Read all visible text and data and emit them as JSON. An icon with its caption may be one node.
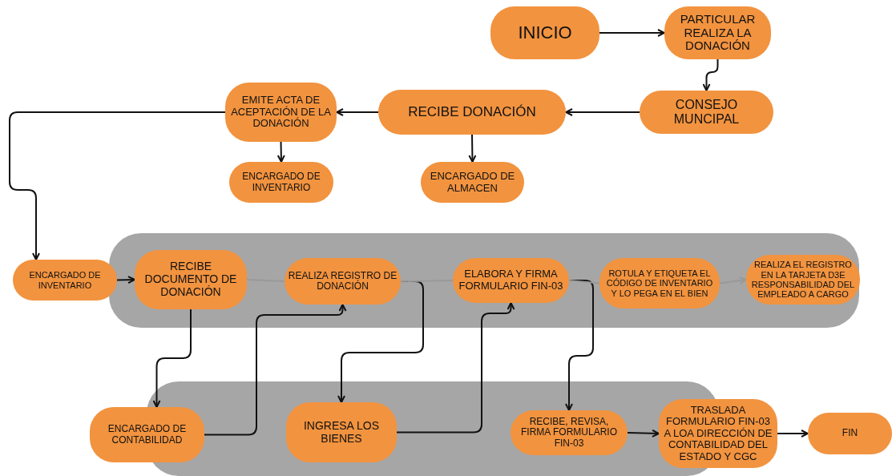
{
  "diagram": {
    "nodes": [
      {
        "text": [
          "INICIO"
        ]
      },
      {
        "text": [
          "PARTICULAR REALIZA LA DONACIÓN"
        ]
      },
      {
        "text": [
          "CONSEJO MUNCIPAL"
        ]
      },
      {
        "text": [
          "RECIBE DONACIÓN"
        ]
      },
      {
        "text": [
          "EMITE ACTA DE ACEPTACIÓN DE LA DONACIÓN"
        ]
      },
      {
        "text": [
          "ENCARGADO DE INVENTARIO"
        ]
      },
      {
        "text": [
          "ENCARGADO DE ALMACEN"
        ]
      },
      {
        "text": [],
        "shape": "box"
      },
      {
        "text": [
          "ENCARGADO DE INVENTARIO"
        ]
      },
      {
        "text": [
          "RECIBE DOCUMENTO DE DONACIÓN"
        ],
        "in": 7
      },
      {
        "text": [
          "REALIZA REGISTRO DE DONACIÓN"
        ],
        "in": 7
      },
      {
        "text": [
          "ELABORA Y FIRMA FORMULARIO FIN-03"
        ],
        "in": 7
      },
      {
        "text": [
          "ROTULA Y ETIQUETA EL CÓDIGO DE INVENTARIO Y LO PEGA EN EL BIEN"
        ],
        "in": 7
      },
      {
        "text": [
          "REALIZA EL REGISTRO EN LA TARJETA D3E RESPONSABILIDAD DEL EMPLEADO A CARGO"
        ],
        "in": 7
      },
      {
        "text": [],
        "shape": "box"
      },
      {
        "text": [
          "ENCARGADO DE CONTABILIDAD"
        ]
      },
      {
        "text": [
          "INGRESA LOS BIENES"
        ],
        "in": 14
      },
      {
        "text": [
          "RECIBE, REVISA, FIRMA FORMULARIO FIN-03"
        ],
        "in": 14
      },
      {
        "text": [
          "TRASLADA FORMULARIO FIN-03 A LOA DIRECCIÓN DE CONTABILIDAD DEL ESTADO Y CGC"
        ]
      },
      {
        "text": [
          "FIN"
        ]
      }
    ],
    "edges": [
      {
        "from": 0,
        "to": 1,
        "arrow": "to"
      },
      {
        "from": 1,
        "to": 2,
        "arrow": "to"
      },
      {
        "from": 2,
        "to": 3,
        "arrow": "to"
      },
      {
        "from": 3,
        "to": 4,
        "arrow": "to"
      },
      {
        "from": 3,
        "to": 6,
        "arrow": "to"
      },
      {
        "from": 4,
        "to": 5,
        "arrow": "to"
      },
      {
        "from": 4,
        "to": 8,
        "arrow": "to"
      },
      {
        "from": 8,
        "to": 9,
        "arrow": "to"
      },
      {
        "from": 9,
        "to": 15,
        "arrow": "to"
      },
      {
        "from": 15,
        "to": 10,
        "arrow": "to"
      },
      {
        "from": 10,
        "to": 16,
        "arrow": "to"
      },
      {
        "from": 16,
        "to": 11,
        "arrow": "to"
      },
      {
        "from": 11,
        "to": 17,
        "arrow": "to"
      },
      {
        "from": 17,
        "to": 18,
        "arrow": "to"
      },
      {
        "from": 18,
        "to": 19,
        "arrow": "to"
      },
      {
        "from": 9,
        "to": 10,
        "arrow": "none",
        "color": "#999999"
      },
      {
        "from": 10,
        "to": 11,
        "arrow": "none",
        "color": "#999999"
      },
      {
        "from": 11,
        "to": 12,
        "arrow": "none",
        "color": "#999999"
      },
      {
        "from": 12,
        "to": 13,
        "arrow": "to",
        "color": "#999999"
      }
    ]
  }
}
